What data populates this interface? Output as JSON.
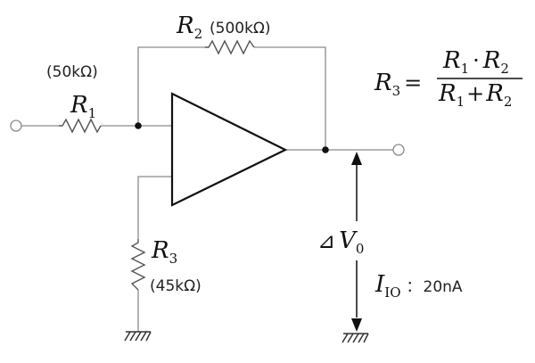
{
  "labels": {
    "r1": {
      "symbol": "R",
      "sub": "1",
      "value": "(50kΩ)"
    },
    "r2": {
      "symbol": "R",
      "sub": "2",
      "value": "(500kΩ)"
    },
    "r3": {
      "symbol": "R",
      "sub": "3",
      "value": "(45kΩ)"
    },
    "dv": {
      "prefix": "⊿",
      "symbol": "V",
      "sub": "0"
    },
    "io": {
      "symbol": "I",
      "sub": "IO",
      "sep": "：",
      "value": "20nA"
    }
  },
  "formula": {
    "lhs_symbol": "R",
    "lhs_sub": "3",
    "equals": "=",
    "num_a": "R",
    "num_a_sub": "1",
    "num_op": "·",
    "num_b": "R",
    "num_b_sub": "2",
    "den_a": "R",
    "den_a_sub": "1",
    "den_op": "+",
    "den_b": "R",
    "den_b_sub": "2"
  }
}
